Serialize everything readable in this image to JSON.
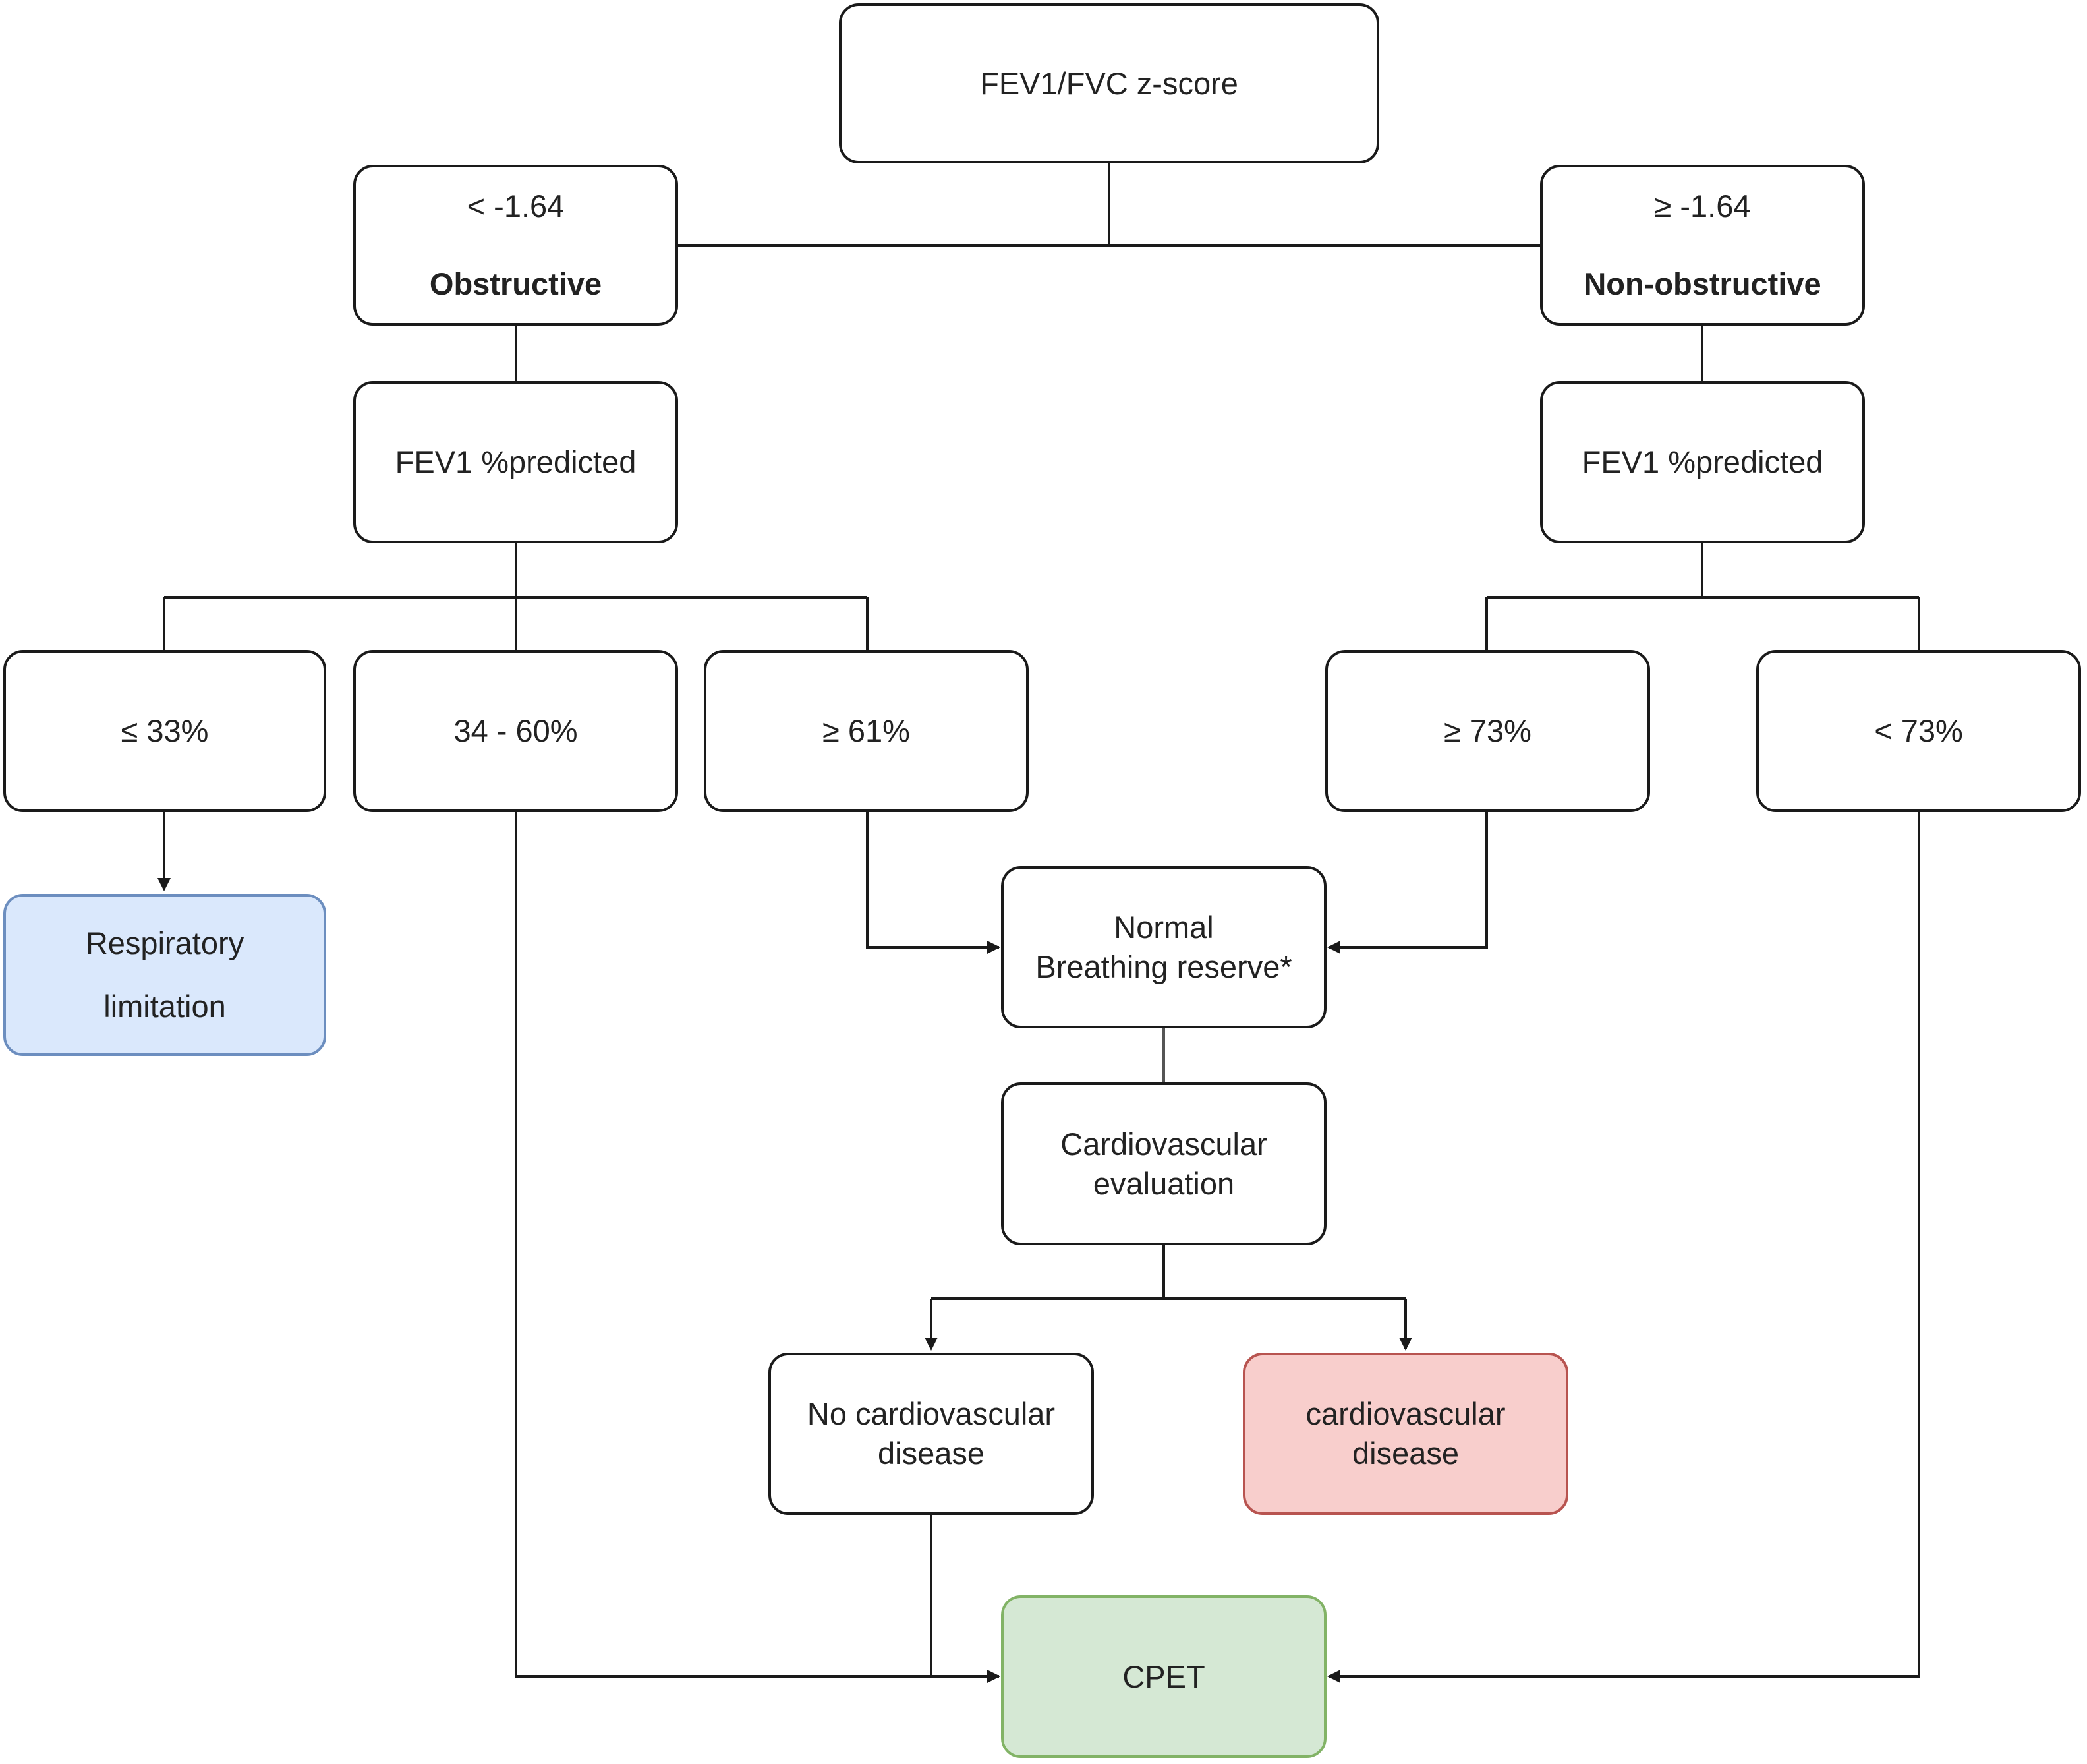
{
  "diagram": {
    "root": {
      "label": "FEV1/FVC z-score"
    },
    "obstructive": {
      "threshold": "< -1.64",
      "label": "Obstructive"
    },
    "non_obstructive": {
      "threshold": "≥ -1.64",
      "label": "Non-obstructive"
    },
    "left_fev1": {
      "label": "FEV1 %predicted"
    },
    "right_fev1": {
      "label": "FEV1 %predicted"
    },
    "obstructive_ranges": [
      "≤ 33%",
      "34 - 60%",
      "≥ 61%"
    ],
    "non_obstructive_ranges": [
      "≥ 73%",
      "<  73%"
    ],
    "respiratory_limitation": {
      "line1": "Respiratory",
      "line2": "limitation"
    },
    "breathing_reserve": {
      "line1": "Normal",
      "line2": "Breathing reserve*"
    },
    "cardiovascular_evaluation": {
      "line1": "Cardiovascular",
      "line2": "evaluation"
    },
    "no_cv_disease": {
      "line1": "No cardiovascular",
      "line2": "disease"
    },
    "cv_disease": {
      "line1": "cardiovascular",
      "line2": "disease"
    },
    "cpet": {
      "label": "CPET"
    },
    "colors": {
      "line": "#1a1a1a",
      "blue_fill": "#dae8fc",
      "blue_stroke": "#6c8ebf",
      "red_fill": "#f8cecc",
      "red_stroke": "#b85450",
      "green_fill": "#d5e8d4",
      "green_stroke": "#82b366"
    }
  }
}
